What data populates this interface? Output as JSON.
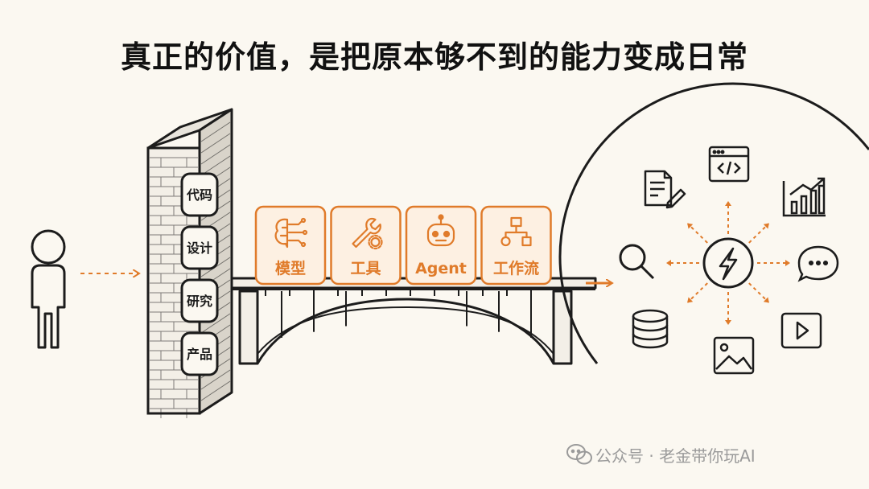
{
  "title": "真正的价值，是把原本够不到的能力变成日常",
  "wall_labels": [
    "代码",
    "设计",
    "研究",
    "产品"
  ],
  "bridge_tools": [
    {
      "label": "模型",
      "icon": "brain-icon"
    },
    {
      "label": "工具",
      "icon": "wrench-gear-icon"
    },
    {
      "label": "Agent",
      "icon": "robot-icon"
    },
    {
      "label": "工作流",
      "icon": "flowchart-icon"
    }
  ],
  "hub_icons": [
    "lightning-icon",
    "document-pen-icon",
    "code-window-icon",
    "bar-chart-icon",
    "chat-bubble-icon",
    "video-play-icon",
    "image-icon",
    "database-icon",
    "search-icon"
  ],
  "watermark": {
    "text": "公众号 · 老金带你玩AI",
    "icon": "wechat-icon"
  },
  "colors": {
    "accent": "#e07b2a",
    "ink": "#1c1c1c",
    "background": "#fbf8f1",
    "box_fill": "#fdf0e2"
  }
}
